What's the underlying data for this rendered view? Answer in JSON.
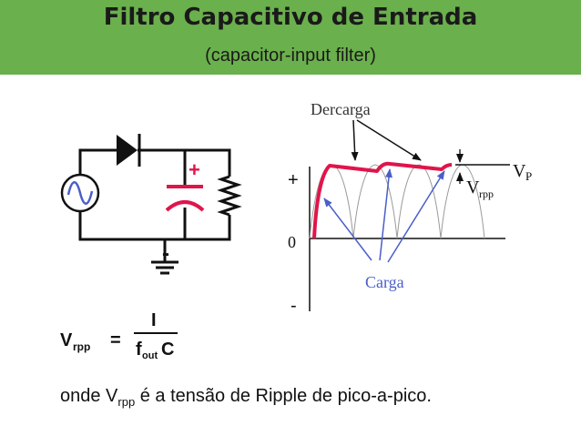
{
  "header": {
    "title": "Filtro Capacitivo de Entrada",
    "subtitle": "(capacitor-input filter)"
  },
  "circuit": {
    "cap_plus": "+",
    "cap_minus": "-"
  },
  "waveform": {
    "label_discharge": "Dercarga",
    "label_charge": "Carga",
    "label_vp_main": "V",
    "label_vp_sub": "P",
    "label_vrpp_main": "V",
    "label_vrpp_sub": "rpp",
    "axis_plus": "+",
    "axis_zero": "0",
    "axis_minus": "-"
  },
  "formula": {
    "lhs_main": "V",
    "lhs_sub": "rpp",
    "equals": "=",
    "numerator": "I",
    "den_f": "f",
    "den_sub": "out",
    "den_c": "C"
  },
  "footnote": {
    "prefix": "onde V",
    "sub": "rpp",
    "suffix": " é a tensão de Ripple de pico-a-pico."
  },
  "colors": {
    "banner": "#6ab04c",
    "waveform": "#e0154a",
    "capacitor": "#e0154a",
    "charge_arrows": "#4a5ec9",
    "wire": "#111111"
  }
}
